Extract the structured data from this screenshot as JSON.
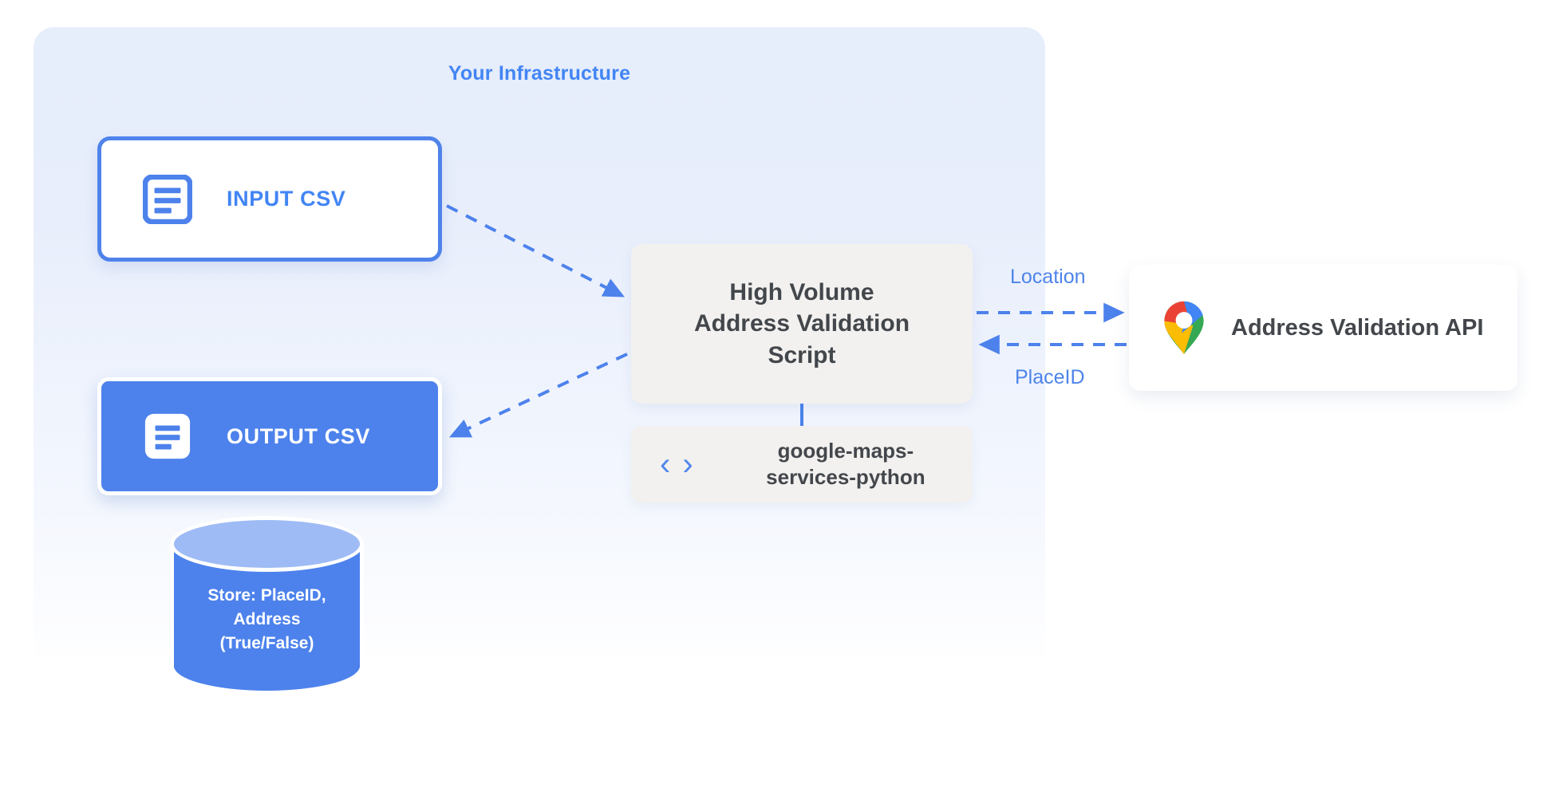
{
  "diagram": {
    "title": "Your Infrastructure",
    "accent_blue": "#4285f4",
    "node_blue": "#4d82ec",
    "box_gray": "#f2f1ef",
    "text_dark": "#43474c"
  },
  "nodes": {
    "input_csv": {
      "label": "INPUT CSV",
      "icon": "document-icon"
    },
    "output_csv": {
      "label": "OUTPUT CSV",
      "icon": "document-icon"
    },
    "script": {
      "line1": "High Volume",
      "line2": "Address Validation",
      "line3": "Script"
    },
    "library": {
      "icon_glyph": "‹ ›",
      "line1": "google-maps-",
      "line2": "services-python"
    },
    "api": {
      "label": "Address Validation API",
      "icon": "google-maps-pin-icon"
    },
    "database": {
      "line1": "Store: PlaceID,",
      "line2": "Address",
      "line3": "(True/False)"
    }
  },
  "edges": {
    "input_to_script": {
      "style": "dashed",
      "arrow": "end"
    },
    "script_to_output": {
      "style": "dashed",
      "arrow": "end"
    },
    "script_to_api": {
      "label": "Location",
      "style": "dashed",
      "arrow": "end"
    },
    "api_to_script": {
      "label": "PlaceID",
      "style": "dashed",
      "arrow": "end"
    },
    "script_to_library": {
      "style": "solid",
      "arrow": "none"
    }
  }
}
